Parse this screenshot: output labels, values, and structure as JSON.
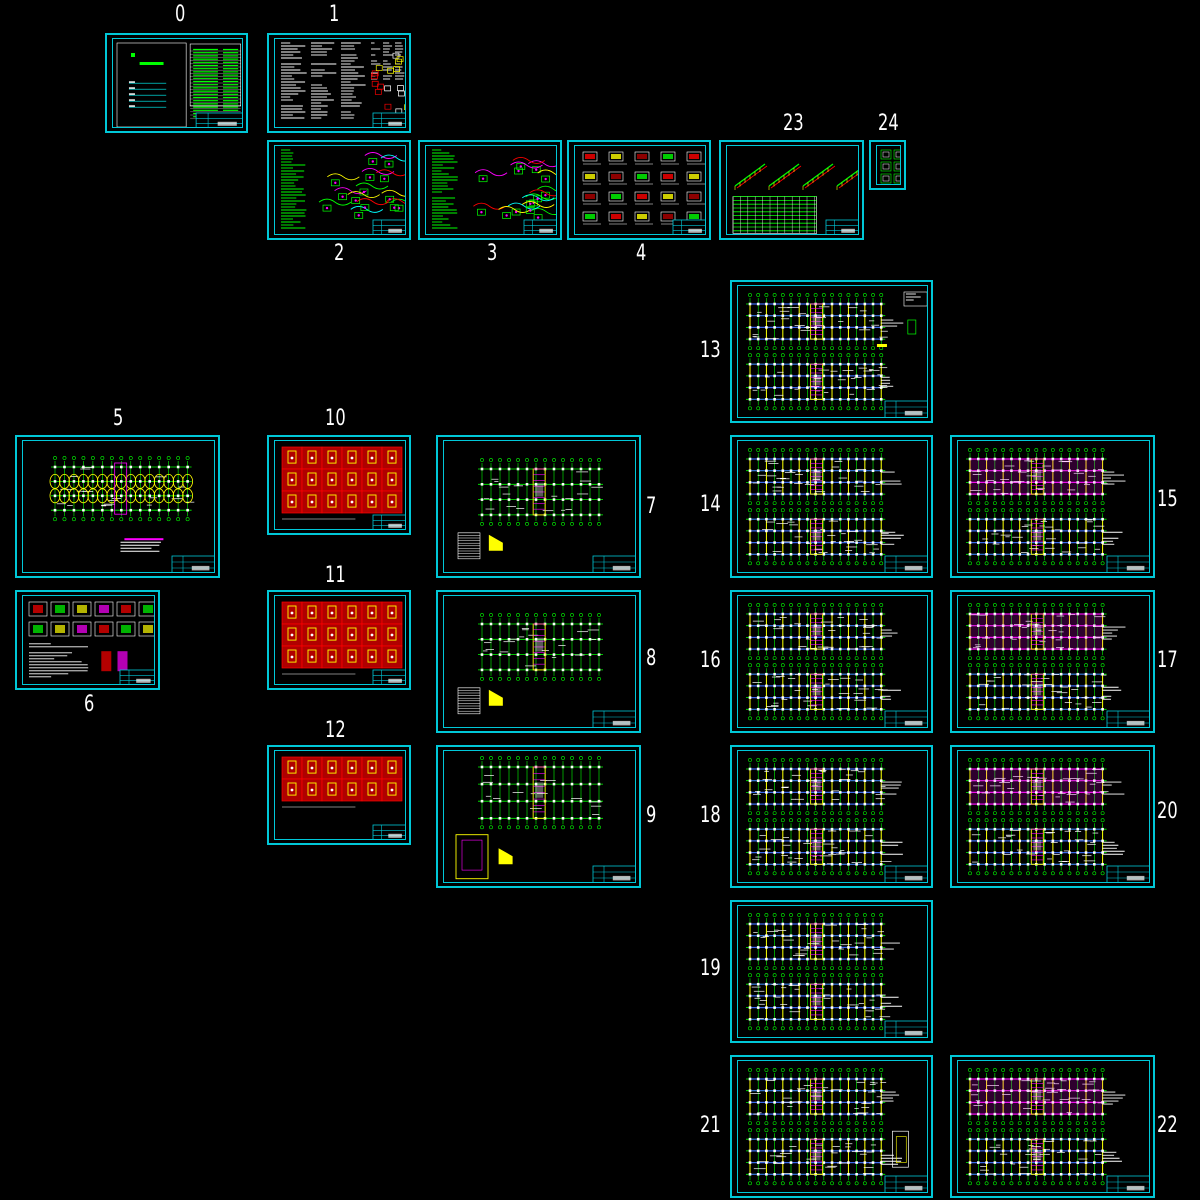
{
  "view": {
    "background": "#000000",
    "frame_color": "#00c8d8",
    "palette": {
      "green": "#00ff00",
      "red": "#ff0000",
      "darkred": "#b00000",
      "yellow": "#ffff00",
      "cyan": "#00ffff",
      "blue": "#4060ff",
      "magenta": "#ff00ff",
      "white": "#ffffff",
      "gray": "#808080"
    }
  },
  "sheets": [
    {
      "id": "0",
      "label": "0",
      "type": "cover"
    },
    {
      "id": "1",
      "label": "1",
      "type": "notes"
    },
    {
      "id": "2",
      "label": "2",
      "type": "details-green"
    },
    {
      "id": "3",
      "label": "3",
      "type": "details-green"
    },
    {
      "id": "4",
      "label": "4",
      "type": "details-mixed"
    },
    {
      "id": "23",
      "label": "23",
      "type": "stair"
    },
    {
      "id": "24",
      "label": "24",
      "type": "small-table"
    },
    {
      "id": "5",
      "label": "5",
      "type": "foundation-plan"
    },
    {
      "id": "6",
      "label": "6",
      "type": "foundation-details"
    },
    {
      "id": "10",
      "label": "10",
      "type": "column-table"
    },
    {
      "id": "11",
      "label": "11",
      "type": "column-table"
    },
    {
      "id": "12",
      "label": "12",
      "type": "column-table-short"
    },
    {
      "id": "7",
      "label": "7",
      "type": "column-plan"
    },
    {
      "id": "8",
      "label": "8",
      "type": "column-plan"
    },
    {
      "id": "9",
      "label": "9",
      "type": "column-plan-detail"
    },
    {
      "id": "13",
      "label": "13",
      "type": "double-plan-legend"
    },
    {
      "id": "14",
      "label": "14",
      "type": "double-plan"
    },
    {
      "id": "15",
      "label": "15",
      "type": "double-plan-magenta"
    },
    {
      "id": "16",
      "label": "16",
      "type": "double-plan"
    },
    {
      "id": "17",
      "label": "17",
      "type": "double-plan-magenta"
    },
    {
      "id": "18",
      "label": "18",
      "type": "double-plan"
    },
    {
      "id": "20",
      "label": "20",
      "type": "double-plan-magenta"
    },
    {
      "id": "19",
      "label": "19",
      "type": "double-plan"
    },
    {
      "id": "21",
      "label": "21",
      "type": "double-plan-detail"
    },
    {
      "id": "22",
      "label": "22",
      "type": "double-plan-magenta"
    }
  ]
}
